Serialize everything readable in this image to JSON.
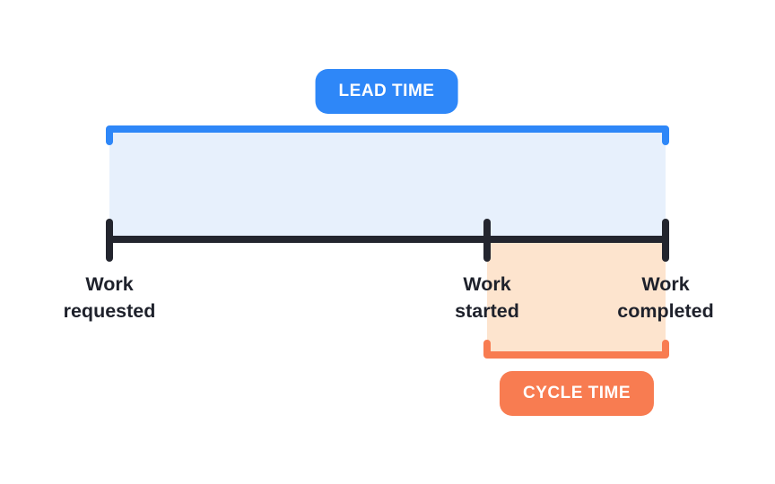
{
  "page": {
    "background_color": "#ffffff"
  },
  "diagram": {
    "text_color": "#1E212B",
    "lead_time": {
      "label": "LEAD TIME",
      "accent_color": "#2E87F8",
      "fill_color": "#E7F0FC"
    },
    "cycle_time": {
      "label": "CYCLE TIME",
      "accent_color": "#F87C51",
      "fill_color": "#FDE4CE"
    },
    "timeline": {
      "color": "#23252E",
      "milestones": [
        {
          "label": "Work\nrequested"
        },
        {
          "label": "Work\nstarted"
        },
        {
          "label": "Work\ncompleted"
        }
      ]
    }
  }
}
